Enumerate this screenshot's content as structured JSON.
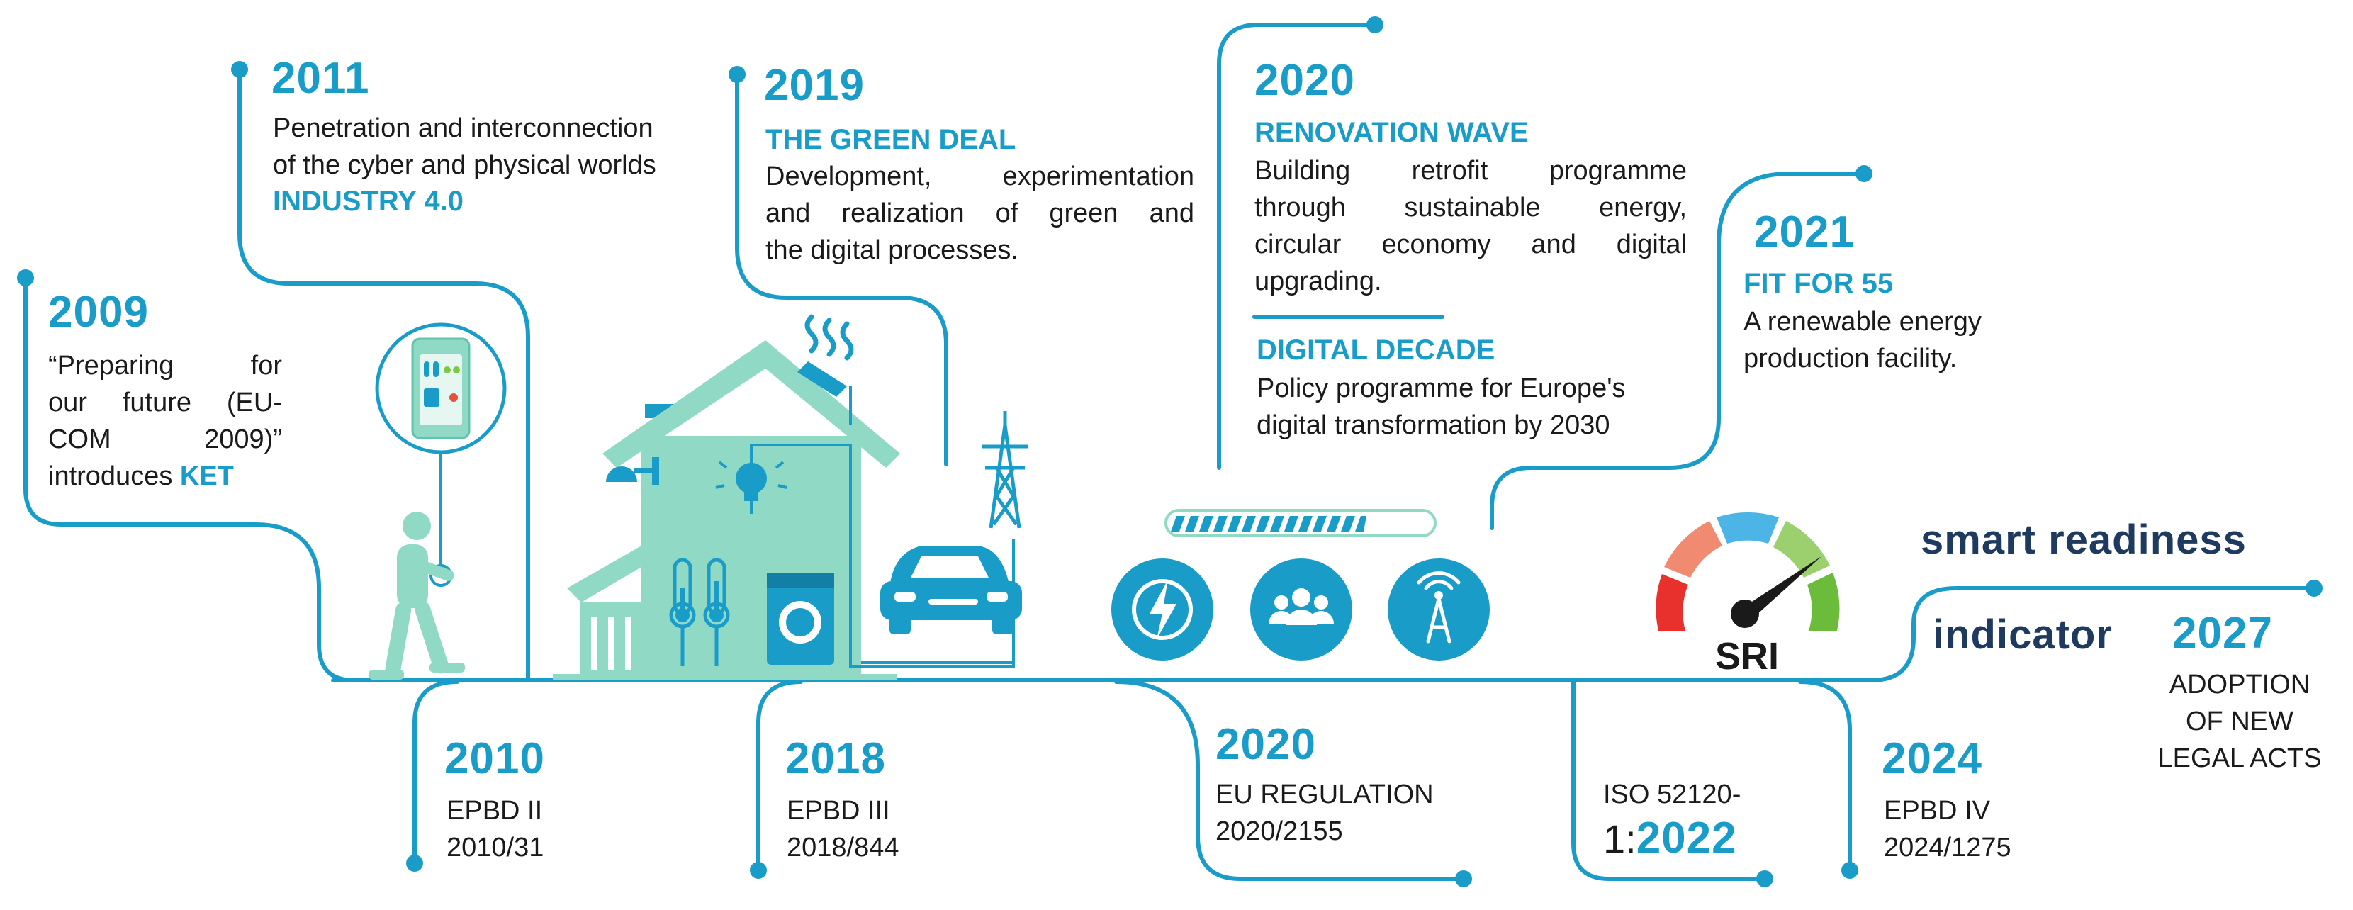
{
  "colors": {
    "accent": "#1a9cc9",
    "line": "#1a9cc9",
    "mint": "#8fd9c5",
    "navy": "#1f3a5f",
    "text": "#1a1a1a"
  },
  "top": {
    "y2009": {
      "year": "2009",
      "lines": [
        "“Preparing for",
        "our future (EU-",
        "COM 2009)”"
      ],
      "last_prefix": "introduces ",
      "last_highlight": "KET"
    },
    "y2011": {
      "year": "2011",
      "lines": [
        "Penetration and interconnection",
        "of the cyber and physical worlds"
      ],
      "highlight": "INDUSTRY 4.0"
    },
    "y2019": {
      "year": "2019",
      "heading": "THE GREEN DEAL",
      "lines": [
        "Development, experimentation",
        "and realization of green and",
        "the digital processes."
      ]
    },
    "y2020": {
      "year": "2020",
      "heading": "RENOVATION WAVE",
      "lines": [
        "Building retrofit programme",
        "through sustainable energy,",
        "circular economy and digital",
        "upgrading."
      ],
      "heading2": "DIGITAL DECADE",
      "lines2": [
        "Policy programme for Europe's",
        "digital transformation by 2030"
      ]
    },
    "y2021": {
      "year": "2021",
      "heading": "FIT FOR 55",
      "lines": [
        "A renewable energy",
        "production facility."
      ]
    }
  },
  "bottom": {
    "y2010": {
      "year": "2010",
      "lines": [
        "EPBD II",
        "2010/31"
      ]
    },
    "y2018": {
      "year": "2018",
      "lines": [
        "EPBD III",
        "2018/844"
      ]
    },
    "y2020b": {
      "year": "2020",
      "lines": [
        "EU REGULATION",
        "2020/2155"
      ]
    },
    "iso": {
      "line1": "ISO 52120-",
      "prefix": "1:",
      "year": "2022"
    },
    "y2024": {
      "year": "2024",
      "lines": [
        "EPBD IV",
        "2024/1275"
      ]
    }
  },
  "sri": {
    "title1": "smart readiness",
    "title2": "indicator",
    "label": "SRI",
    "year": "2027",
    "lines": [
      "ADOPTION",
      "OF NEW",
      "LEGAL ACTS"
    ]
  },
  "icons": [
    "smartphone-icon",
    "person-walking-icon",
    "house-icon",
    "thermometer-icon",
    "washing-machine-icon",
    "lamp-icon",
    "lightbulb-icon",
    "solar-panel-icon",
    "car-icon",
    "power-pylon-icon",
    "progress-bar-icon",
    "energy-bolt-icon",
    "community-icon",
    "antenna-tower-icon",
    "sri-gauge-icon"
  ]
}
